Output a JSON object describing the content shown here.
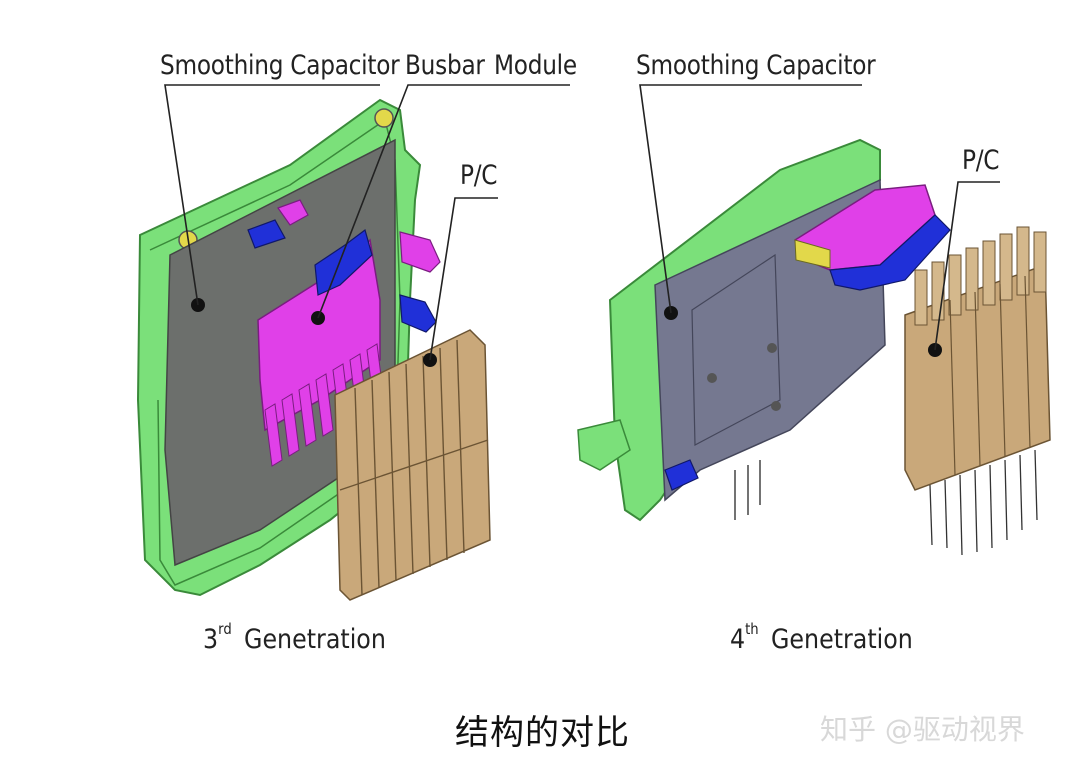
{
  "left_panel": {
    "label_capacitor": "Smoothing Capacitor",
    "label_busbar": "Busbar",
    "label_module": "Module",
    "label_pc": "P/C",
    "gen_number": "3",
    "gen_suffix": "rd",
    "gen_word": "Genetration"
  },
  "right_panel": {
    "label_capacitor": "Smoothing Capacitor",
    "label_pc": "P/C",
    "gen_number": "4",
    "gen_suffix": "th",
    "gen_word": "Genetration"
  },
  "caption": "结构的对比",
  "watermark": "知乎 @驱动视界",
  "colors": {
    "housing_green": "#7be07a",
    "capacitor_grey": "#6c6f6c",
    "capacitor_slate": "#757890",
    "busbar_magenta": "#e040e8",
    "busbar_blue": "#2030d8",
    "module_tan": "#c9a87a"
  }
}
